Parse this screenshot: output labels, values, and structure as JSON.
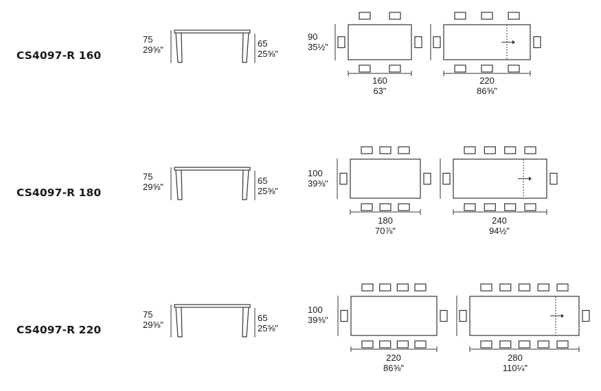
{
  "rows": [
    {
      "model": "CS4097-R 160",
      "height_cm": "75",
      "height_in": "29⅝\"",
      "clearance_cm": "65",
      "clearance_in": "25⅝\"",
      "depth_cm": "90",
      "depth_in": "35½\"",
      "closed_width_cm": "160",
      "closed_width_in": "63\"",
      "open_width_cm": "220",
      "open_width_in": "86⅝\"",
      "closed_side_chairs": 2,
      "open_side_chairs": 3
    },
    {
      "model": "CS4097-R 180",
      "height_cm": "75",
      "height_in": "29⅝\"",
      "clearance_cm": "65",
      "clearance_in": "25⅝\"",
      "depth_cm": "100",
      "depth_in": "39⅜\"",
      "closed_width_cm": "180",
      "closed_width_in": "70⅞\"",
      "open_width_cm": "240",
      "open_width_in": "94½\"",
      "closed_side_chairs": 3,
      "open_side_chairs": 4
    },
    {
      "model": "CS4097-R 220",
      "height_cm": "75",
      "height_in": "29⅝\"",
      "clearance_cm": "65",
      "clearance_in": "25⅝\"",
      "depth_cm": "100",
      "depth_in": "39⅜\"",
      "closed_width_cm": "220",
      "closed_width_in": "86⅝\"",
      "open_width_cm": "280",
      "open_width_in": "110¼\"",
      "closed_side_chairs": 4,
      "open_side_chairs": 5
    }
  ],
  "colors": {
    "line": "#333333",
    "text": "#1a1a1a"
  }
}
